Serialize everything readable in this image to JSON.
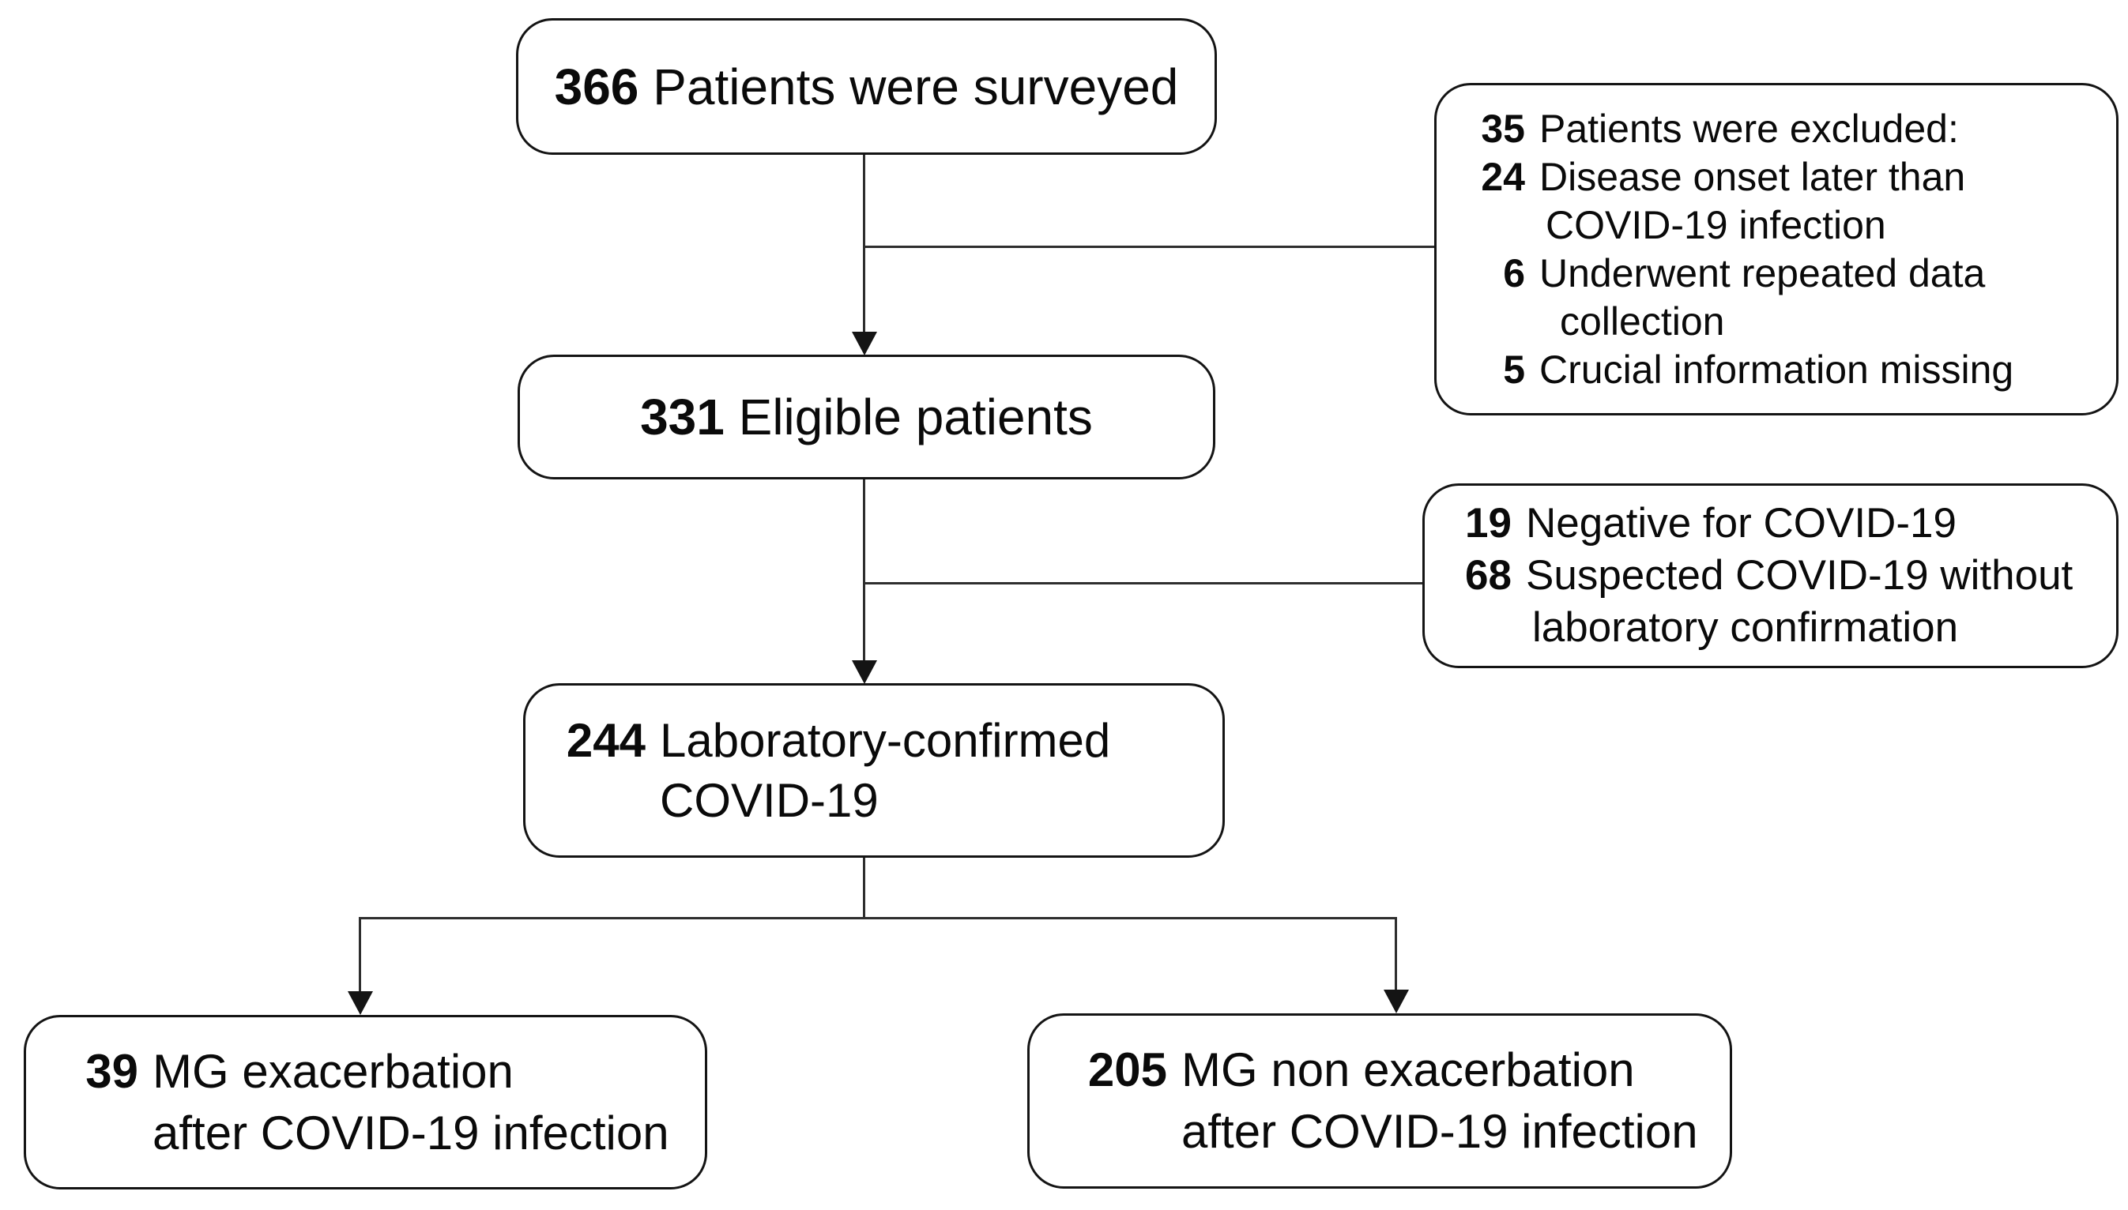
{
  "colors": {
    "border": "#141414",
    "line": "#2e2e2e",
    "text": "#0a0a0a",
    "background": "#ffffff"
  },
  "flowchart": {
    "surveyed": {
      "number": "366",
      "label": "Patients were surveyed"
    },
    "excluded": {
      "rows": [
        {
          "num": "35",
          "text": "Patients were excluded:"
        },
        {
          "num": "24",
          "text": "Disease onset later than"
        },
        {
          "num": "",
          "text": "COVID-19 infection"
        },
        {
          "num": "6",
          "text": "Underwent repeated data"
        },
        {
          "num": "",
          "text": "collection"
        },
        {
          "num": "5",
          "text": "Crucial information missing"
        }
      ]
    },
    "eligible": {
      "number": "331",
      "label": "Eligible patients"
    },
    "negative": {
      "rows": [
        {
          "num": "19",
          "text": "Negative for COVID-19"
        },
        {
          "num": "68",
          "text": "Suspected COVID-19 without"
        },
        {
          "num": "",
          "text": "laboratory confirmation"
        }
      ]
    },
    "confirmed": {
      "rows": [
        {
          "num": "244",
          "text": "Laboratory-confirmed"
        },
        {
          "num": "",
          "text": "COVID-19"
        }
      ]
    },
    "exacerbation": {
      "rows": [
        {
          "num": "39",
          "text": "MG exacerbation"
        },
        {
          "num": "",
          "text": "after COVID-19 infection"
        }
      ]
    },
    "nonexacerbation": {
      "rows": [
        {
          "num": "205",
          "text": "MG non exacerbation"
        },
        {
          "num": "",
          "text": "after COVID-19 infection"
        }
      ]
    }
  }
}
